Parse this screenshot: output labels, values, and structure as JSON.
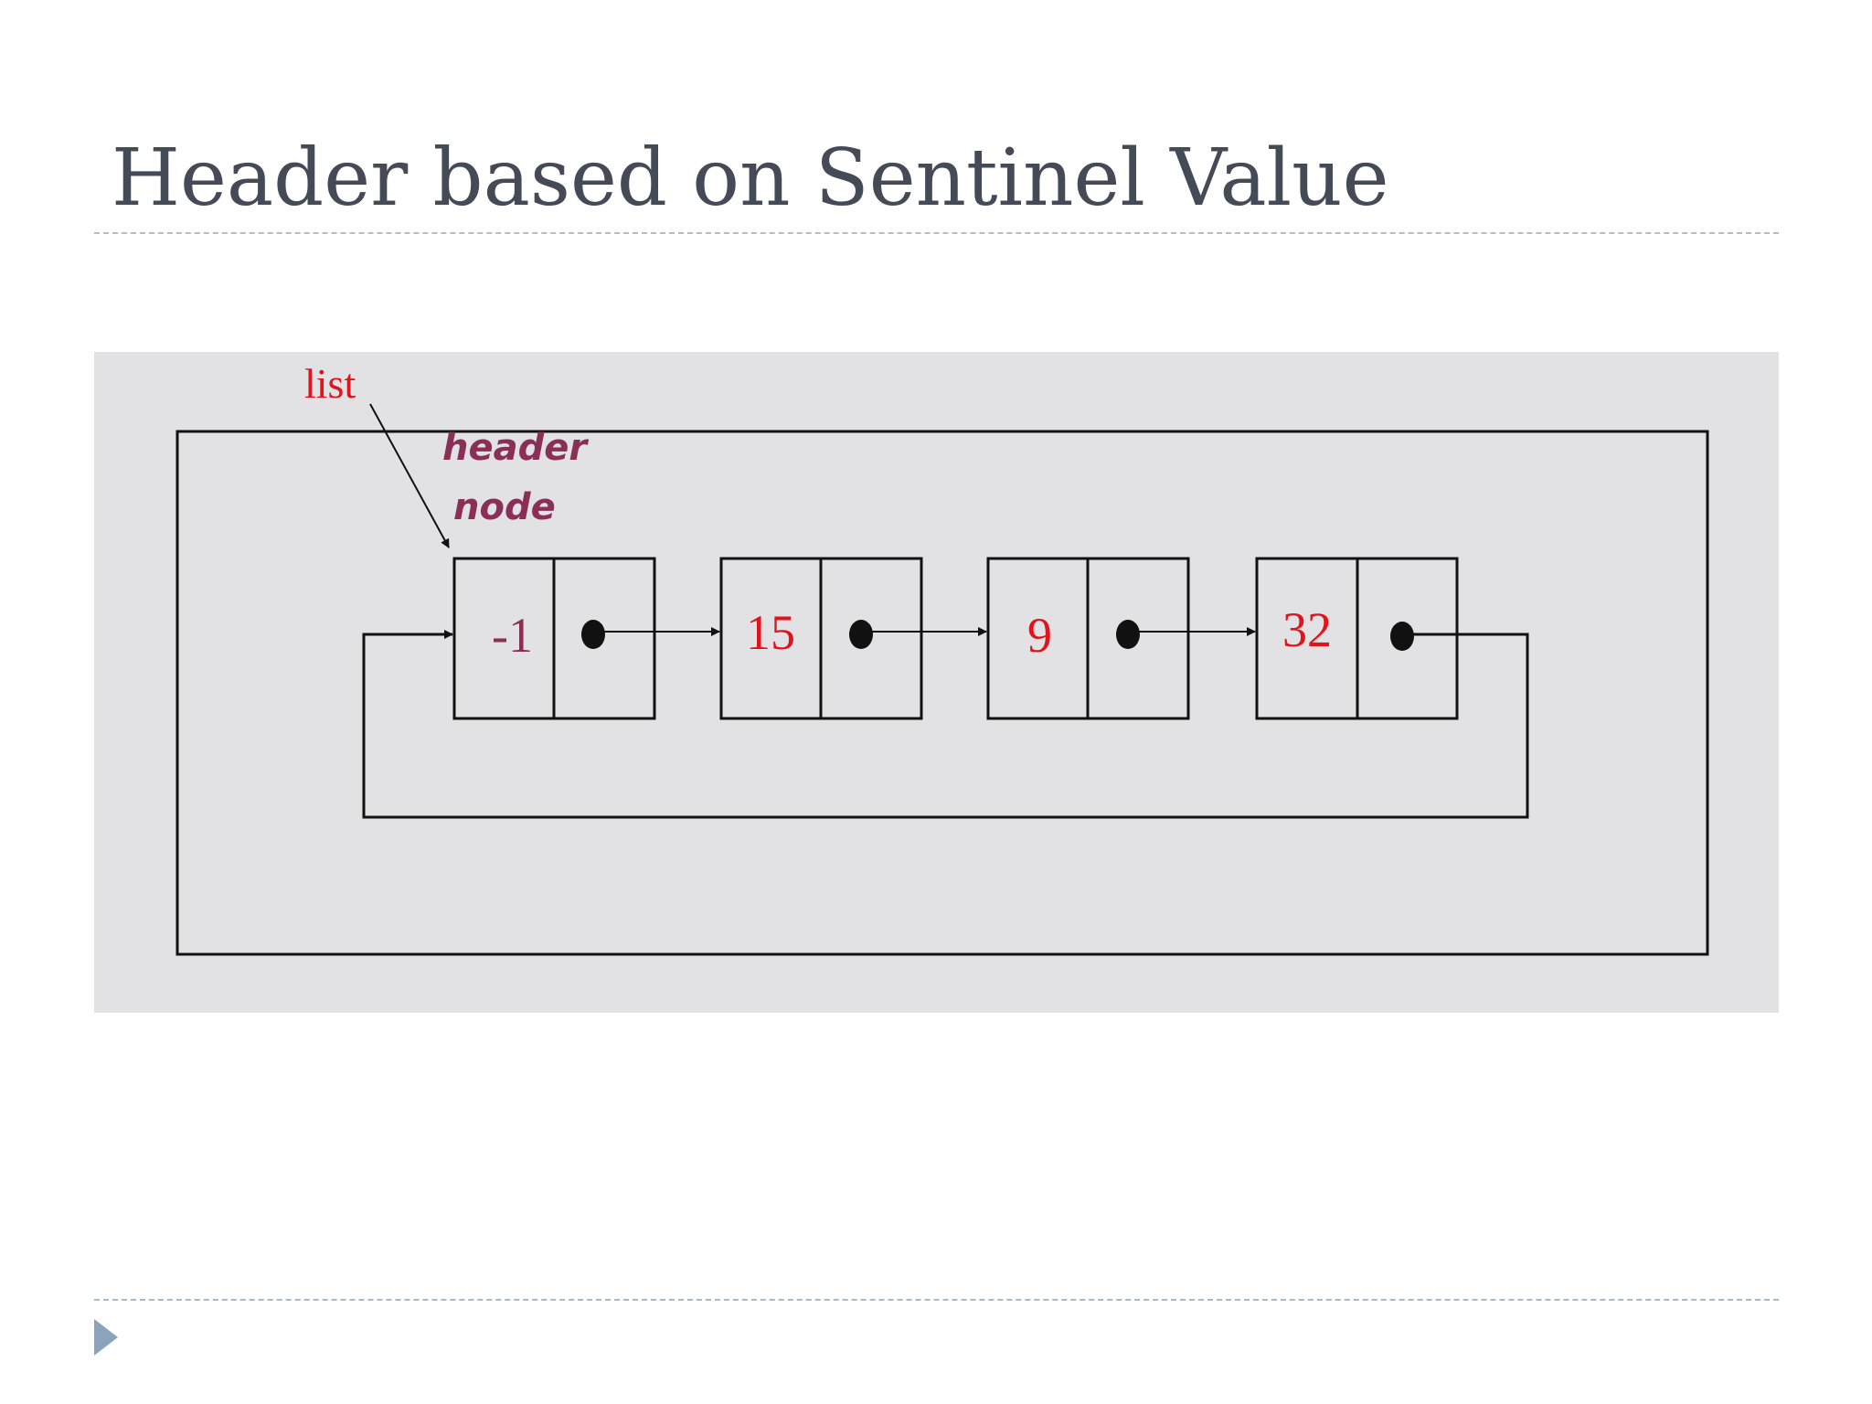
{
  "slide": {
    "title": "Header based on Sentinel Value"
  },
  "diagram": {
    "list_label": "list",
    "header_label_line1": "header",
    "header_label_line2": "node",
    "nodes": [
      "-1",
      "15",
      "9",
      "32"
    ],
    "colors": {
      "value_text": "#e0141c",
      "sentinel_text": "#8a2f58",
      "panel_background": "#e2e1e4",
      "lines": "#111111"
    }
  },
  "nav": {
    "icon": "play-triangle-icon"
  }
}
